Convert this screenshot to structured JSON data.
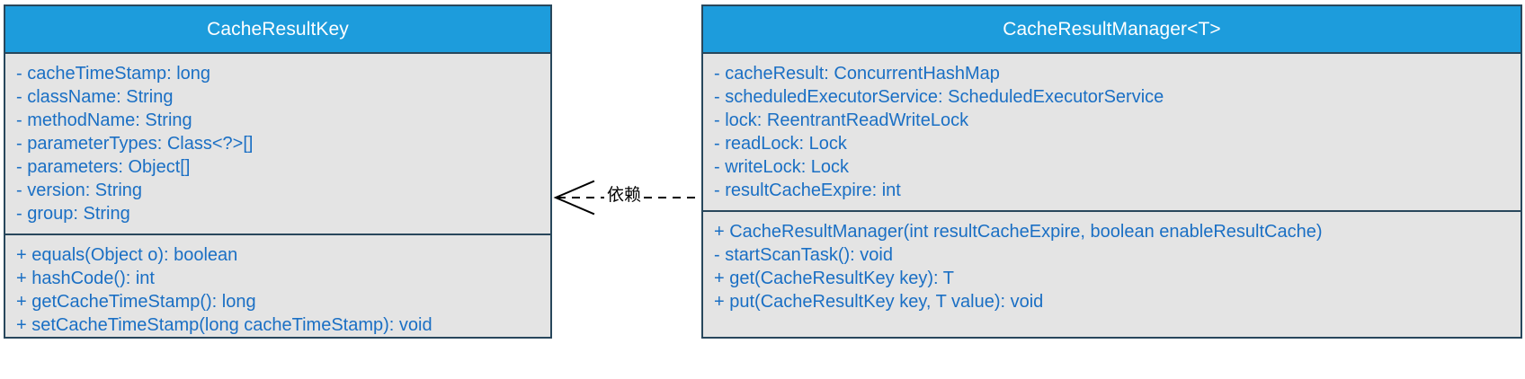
{
  "diagram": {
    "type": "uml-class-diagram",
    "colors": {
      "header_fill": "#1d9cdc",
      "header_text": "#ffffff",
      "body_fill": "#e4e4e4",
      "border": "#28475c",
      "member_text": "#1a6fc4",
      "relationship_line": "#000000",
      "canvas": "#ffffff"
    },
    "classes": [
      {
        "name": "CacheResultKey",
        "attributes": [
          "- cacheTimeStamp: long",
          "- className: String",
          "- methodName: String",
          "- parameterTypes: Class<?>[]",
          "- parameters: Object[]",
          "- version: String",
          "- group: String"
        ],
        "operations": [
          "+ equals(Object o): boolean",
          "+ hashCode(): int",
          "+ getCacheTimeStamp(): long",
          "+ setCacheTimeStamp(long cacheTimeStamp): void"
        ]
      },
      {
        "name": "CacheResultManager<T>",
        "attributes": [
          "- cacheResult: ConcurrentHashMap",
          "- scheduledExecutorService: ScheduledExecutorService",
          "- lock: ReentrantReadWriteLock",
          "- readLock: Lock",
          "- writeLock: Lock",
          "- resultCacheExpire: int"
        ],
        "operations": [
          "+ CacheResultManager(int resultCacheExpire, boolean enableResultCache)",
          "- startScanTask(): void",
          "+ get(CacheResultKey key): T",
          "+ put(CacheResultKey key, T value): void"
        ]
      }
    ],
    "relationship": {
      "kind": "dependency",
      "label": "依赖",
      "line_style": "dashed",
      "arrow_head": "open",
      "from": "CacheResultManager<T>",
      "to": "CacheResultKey"
    }
  }
}
